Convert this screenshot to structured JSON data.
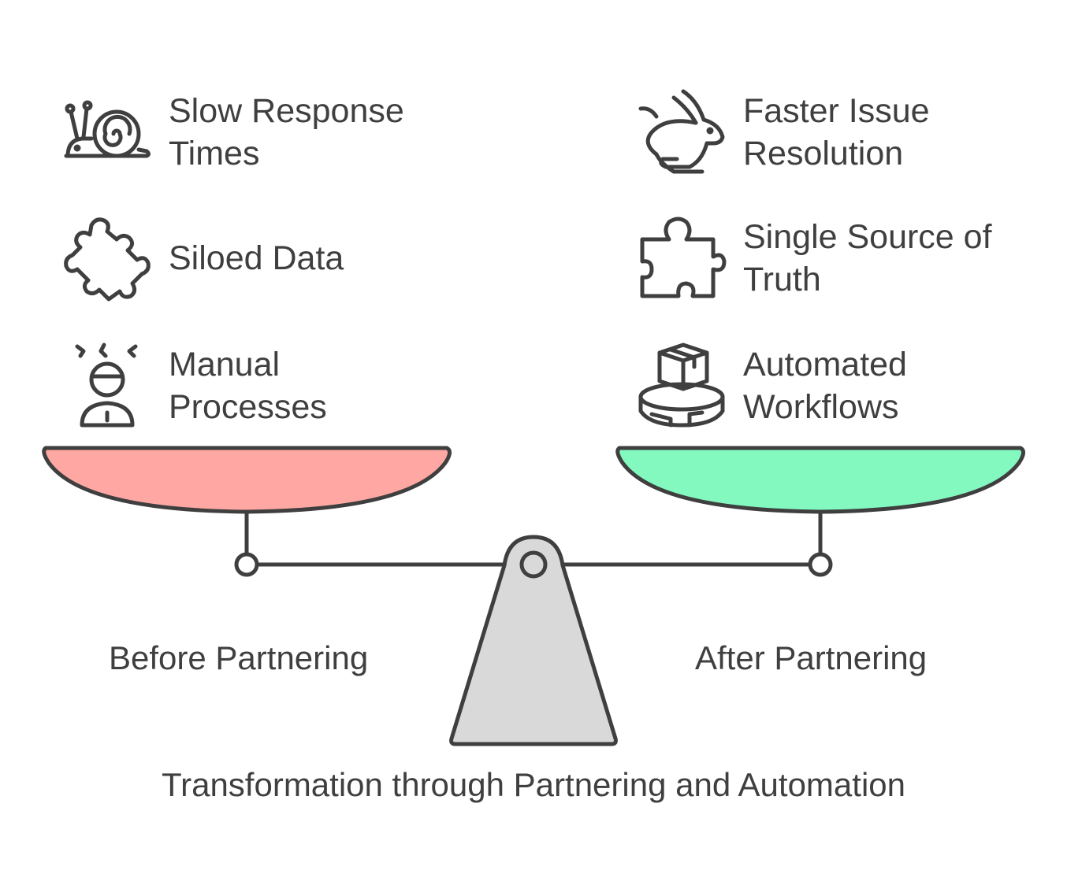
{
  "left": {
    "title": "Before Partnering",
    "color": "#FFA8A3",
    "items": [
      {
        "label_1": "Slow Response",
        "label_2": "Times",
        "icon": "snail-icon"
      },
      {
        "label_1": "Siloed Data",
        "label_2": "",
        "icon": "puzzle-piece-icon"
      },
      {
        "label_1": "Manual",
        "label_2": "Processes",
        "icon": "stressed-worker-icon"
      }
    ]
  },
  "right": {
    "title": "After Partnering",
    "color": "#83F9C0",
    "items": [
      {
        "label_1": "Faster Issue",
        "label_2": "Resolution",
        "icon": "rabbit-icon"
      },
      {
        "label_1": "Single Source of",
        "label_2": "Truth",
        "icon": "puzzle-piece-icon"
      },
      {
        "label_1": "Automated",
        "label_2": "Workflows",
        "icon": "robot-box-icon"
      }
    ]
  },
  "caption": "Transformation through Partnering and Automation",
  "colors": {
    "stroke": "#3f3f3f",
    "fulcrum": "#d9d9d9"
  }
}
